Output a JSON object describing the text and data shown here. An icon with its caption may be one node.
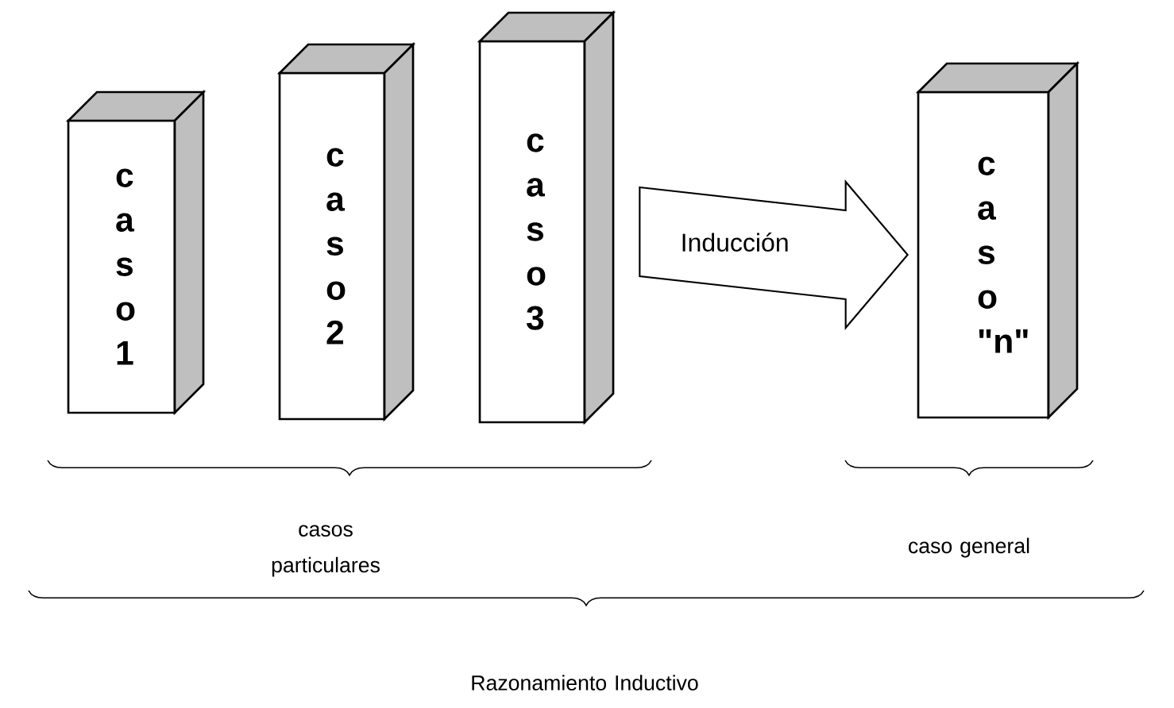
{
  "diagram": {
    "nodes": [
      {
        "text": [
          "c a s o 1"
        ]
      },
      {
        "text": [
          "c a s o 2"
        ]
      },
      {
        "text": [
          "c a s o 3"
        ]
      },
      {
        "text": [
          "c a s o \"n\""
        ]
      }
    ],
    "edges": [
      {
        "from": 2,
        "to": 3,
        "arrow": "to",
        "label": "Inducción"
      }
    ],
    "labels": [
      "casos particulares",
      "caso general",
      "Razonamiento Inductivo"
    ]
  }
}
